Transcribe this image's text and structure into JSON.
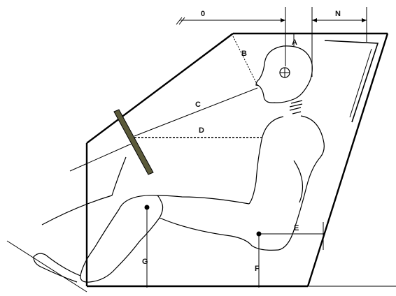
{
  "labels": {
    "o": "0",
    "n": "N",
    "a": "A",
    "b": "B",
    "c": "C",
    "d": "D",
    "e": "E",
    "f": "F",
    "g": "G"
  },
  "colors": {
    "line": "#000000",
    "steering_column": "#5b5a3a",
    "background": "#ffffff"
  }
}
